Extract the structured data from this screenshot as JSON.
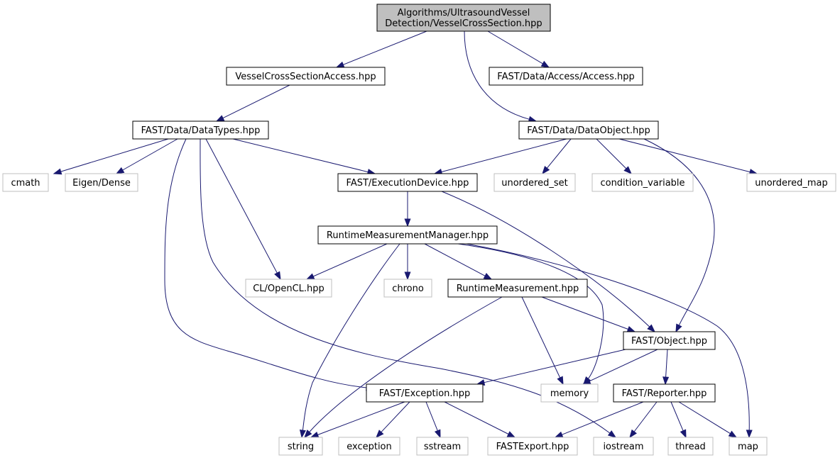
{
  "diagram": {
    "type": "include-dependency-graph",
    "colors": {
      "edge": "#191970",
      "root_fill": "#bfbfbf",
      "node_border": "#000000",
      "external_border": "#bfbfbf"
    },
    "nodes": [
      {
        "id": "root",
        "kind": "root",
        "lines": [
          "Algorithms/UltrasoundVessel",
          "Detection/VesselCrossSection.hpp"
        ]
      },
      {
        "id": "vcsa",
        "kind": "internal",
        "label": "VesselCrossSectionAccess.hpp"
      },
      {
        "id": "access",
        "kind": "internal",
        "label": "FAST/Data/Access/Access.hpp"
      },
      {
        "id": "datatypes",
        "kind": "internal",
        "label": "FAST/Data/DataTypes.hpp"
      },
      {
        "id": "dataobject",
        "kind": "internal",
        "label": "FAST/Data/DataObject.hpp"
      },
      {
        "id": "cmath",
        "kind": "external",
        "label": "cmath"
      },
      {
        "id": "eigen",
        "kind": "external",
        "label": "Eigen/Dense"
      },
      {
        "id": "execdevice",
        "kind": "internal",
        "label": "FAST/ExecutionDevice.hpp"
      },
      {
        "id": "unordered_set",
        "kind": "external",
        "label": "unordered_set"
      },
      {
        "id": "condvar",
        "kind": "external",
        "label": "condition_variable"
      },
      {
        "id": "unordered_map",
        "kind": "external",
        "label": "unordered_map"
      },
      {
        "id": "rmm",
        "kind": "internal",
        "label": "RuntimeMeasurementManager.hpp"
      },
      {
        "id": "opencl",
        "kind": "external",
        "label": "CL/OpenCL.hpp"
      },
      {
        "id": "chrono",
        "kind": "external",
        "label": "chrono"
      },
      {
        "id": "rm",
        "kind": "internal",
        "label": "RuntimeMeasurement.hpp"
      },
      {
        "id": "object",
        "kind": "internal",
        "label": "FAST/Object.hpp"
      },
      {
        "id": "exception",
        "kind": "internal",
        "label": "FAST/Exception.hpp"
      },
      {
        "id": "memory",
        "kind": "external",
        "label": "memory"
      },
      {
        "id": "reporter",
        "kind": "internal",
        "label": "FAST/Reporter.hpp"
      },
      {
        "id": "string",
        "kind": "external",
        "label": "string"
      },
      {
        "id": "exception_std",
        "kind": "external",
        "label": "exception"
      },
      {
        "id": "sstream",
        "kind": "external",
        "label": "sstream"
      },
      {
        "id": "fastexport",
        "kind": "external",
        "label": "FASTExport.hpp"
      },
      {
        "id": "iostream",
        "kind": "external",
        "label": "iostream"
      },
      {
        "id": "thread",
        "kind": "external",
        "label": "thread"
      },
      {
        "id": "map",
        "kind": "external",
        "label": "map"
      }
    ],
    "edges": [
      [
        "root",
        "vcsa"
      ],
      [
        "root",
        "access"
      ],
      [
        "root",
        "dataobject"
      ],
      [
        "vcsa",
        "datatypes"
      ],
      [
        "datatypes",
        "cmath"
      ],
      [
        "datatypes",
        "eigen"
      ],
      [
        "datatypes",
        "execdevice"
      ],
      [
        "datatypes",
        "opencl"
      ],
      [
        "datatypes",
        "exception"
      ],
      [
        "datatypes",
        "iostream"
      ],
      [
        "dataobject",
        "execdevice"
      ],
      [
        "dataobject",
        "unordered_set"
      ],
      [
        "dataobject",
        "condvar"
      ],
      [
        "dataobject",
        "unordered_map"
      ],
      [
        "dataobject",
        "object"
      ],
      [
        "execdevice",
        "rmm"
      ],
      [
        "execdevice",
        "object"
      ],
      [
        "rmm",
        "opencl"
      ],
      [
        "rmm",
        "chrono"
      ],
      [
        "rmm",
        "rm"
      ],
      [
        "rmm",
        "string"
      ],
      [
        "rmm",
        "memory"
      ],
      [
        "rmm",
        "map"
      ],
      [
        "rm",
        "object"
      ],
      [
        "rm",
        "string"
      ],
      [
        "rm",
        "memory"
      ],
      [
        "object",
        "exception"
      ],
      [
        "object",
        "memory"
      ],
      [
        "object",
        "reporter"
      ],
      [
        "exception",
        "string"
      ],
      [
        "exception",
        "exception_std"
      ],
      [
        "exception",
        "sstream"
      ],
      [
        "exception",
        "fastexport"
      ],
      [
        "reporter",
        "fastexport"
      ],
      [
        "reporter",
        "iostream"
      ],
      [
        "reporter",
        "thread"
      ],
      [
        "reporter",
        "map"
      ]
    ]
  }
}
